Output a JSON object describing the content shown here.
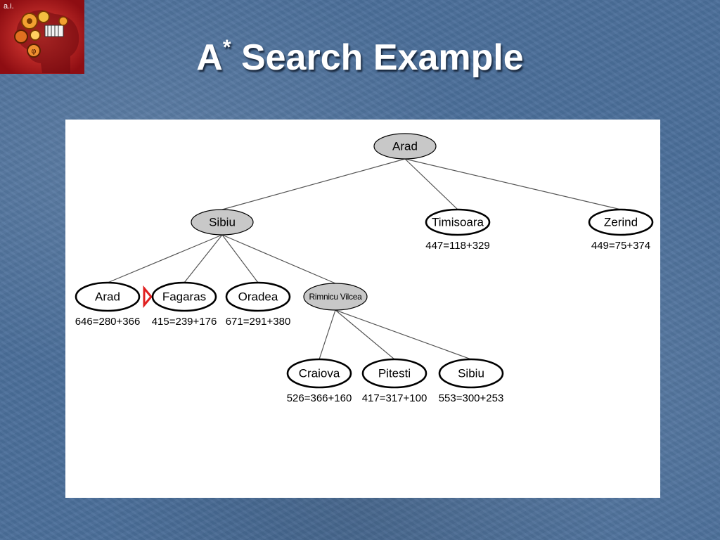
{
  "slide": {
    "title_main": "A",
    "title_sup": "*",
    "title_rest": " Search Example",
    "logo_text": "a.i."
  },
  "tree": {
    "nodes": {
      "arad_root": {
        "label": "Arad",
        "state": "expanded"
      },
      "sibiu": {
        "label": "Sibiu",
        "state": "expanded"
      },
      "timisoara": {
        "label": "Timisoara",
        "f": "447=118+329",
        "state": "frontier"
      },
      "zerind": {
        "label": "Zerind",
        "f": "449=75+374",
        "state": "frontier"
      },
      "arad2": {
        "label": "Arad",
        "f": "646=280+366",
        "state": "frontier"
      },
      "fagaras": {
        "label": "Fagaras",
        "f": "415=239+176",
        "state": "frontier"
      },
      "oradea": {
        "label": "Oradea",
        "f": "671=291+380",
        "state": "frontier"
      },
      "rimnicu": {
        "label": "Rimnicu Vilcea",
        "state": "expanded"
      },
      "craiova": {
        "label": "Craiova",
        "f": "526=366+160",
        "state": "frontier"
      },
      "pitesti": {
        "label": "Pitesti",
        "f": "417=317+100",
        "state": "frontier"
      },
      "sibiu2": {
        "label": "Sibiu",
        "f": "553=300+253",
        "state": "frontier"
      }
    },
    "edges": [
      [
        "arad_root",
        "sibiu"
      ],
      [
        "arad_root",
        "timisoara"
      ],
      [
        "arad_root",
        "zerind"
      ],
      [
        "sibiu",
        "arad2"
      ],
      [
        "sibiu",
        "fagaras"
      ],
      [
        "sibiu",
        "oradea"
      ],
      [
        "sibiu",
        "rimnicu"
      ],
      [
        "rimnicu",
        "craiova"
      ],
      [
        "rimnicu",
        "pitesti"
      ],
      [
        "rimnicu",
        "sibiu2"
      ]
    ],
    "colors": {
      "expanded_fill": "#c8c8c8",
      "frontier_fill": "#ffffff",
      "edge": "#555555",
      "next_marker": "#e02020"
    },
    "next_to_expand": "fagaras"
  }
}
